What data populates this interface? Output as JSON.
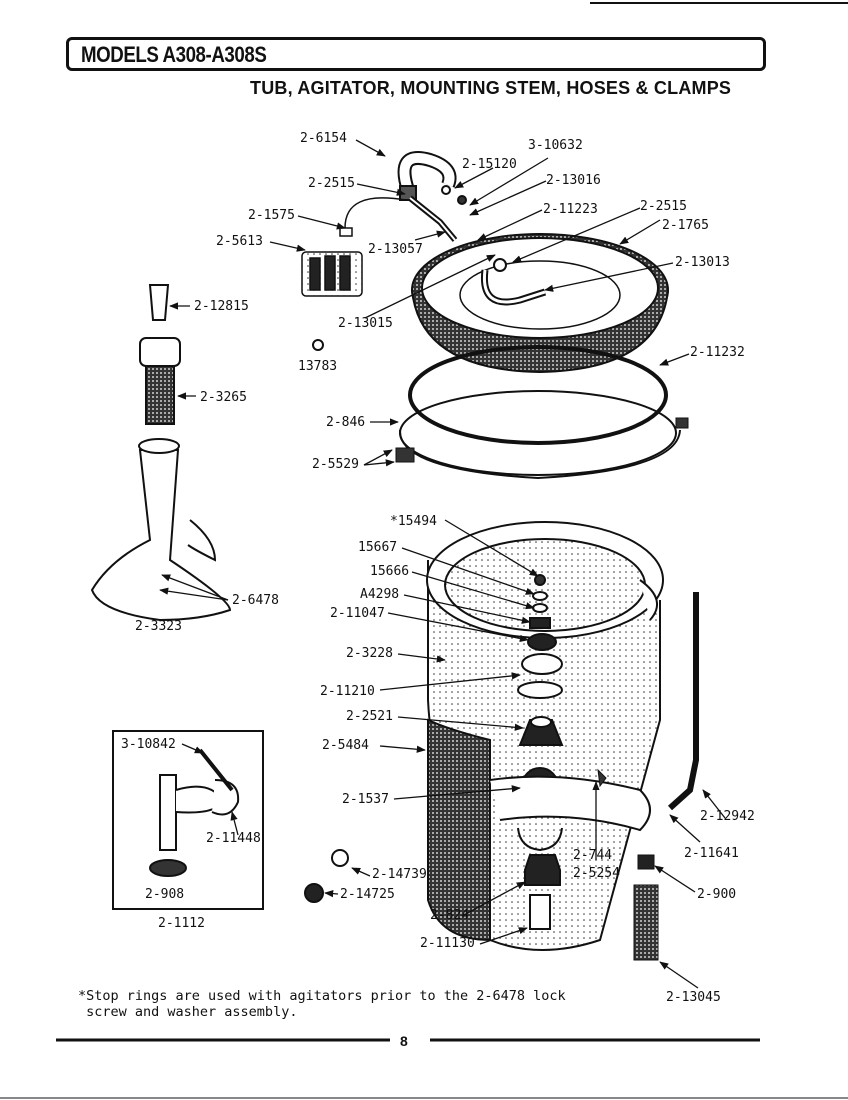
{
  "header": {
    "title": "MODELS A308-A308S",
    "subtitle": "TUB, AGITATOR, MOUNTING STEM, HOSES & CLAMPS"
  },
  "parts": {
    "p6154": "2-6154",
    "p10632": "3-10632",
    "p15120": "2-15120",
    "p2515a": "2-2515",
    "p13016": "2-13016",
    "p1575": "2-1575",
    "p11223": "2-11223",
    "p2515b": "2-2515",
    "p1765": "2-1765",
    "p5613": "2-5613",
    "p13057": "2-13057",
    "p13013": "2-13013",
    "p12815": "2-12815",
    "p13015": "2-13015",
    "p13783": "13783",
    "p11232": "2-11232",
    "p3265": "2-3265",
    "p846": "2-846",
    "p5529": "2-5529",
    "p15494": "*15494",
    "p15667": "15667",
    "p15666": "15666",
    "pA4298": "A4298",
    "p11047": "2-11047",
    "p6478": "2-6478",
    "p3323": "2-3323",
    "p3228": "2-3228",
    "p11210": "2-11210",
    "p2521": "2-2521",
    "p5484": "2-5484",
    "p10842": "3-10842",
    "p1537": "2-1537",
    "p11448": "2-11448",
    "p12942": "2-12942",
    "p744": "2-744",
    "p11641": "2-11641",
    "p5254": "2-5254",
    "p14739": "2-14739",
    "p908": "2-908",
    "p14725": "2-14725",
    "p900": "2-900",
    "p824": "2-824",
    "p1112": "2-1112",
    "p11130": "2-11130",
    "p13045": "2-13045"
  },
  "footnote": "*Stop rings are used with agitators prior to the 2-6478 lock\n screw and washer assembly.",
  "page_number": "8"
}
